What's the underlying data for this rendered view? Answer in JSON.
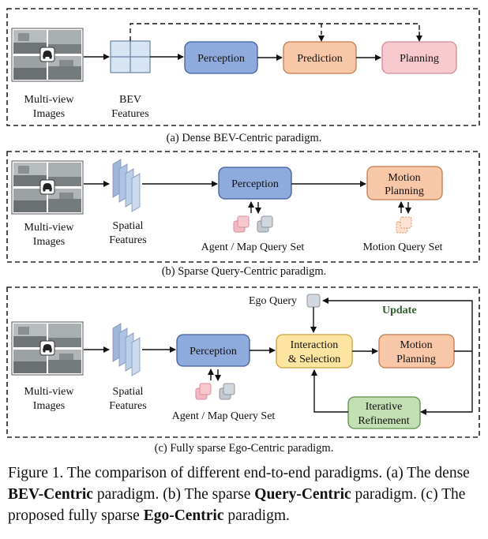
{
  "colors": {
    "perception": "#8faadc",
    "prediction": "#f8c7a8",
    "planning": "#f8c8cf",
    "motion_planning": "#f8c7a8",
    "interaction": "#fde4a1",
    "refinement": "#c3dfb4",
    "update_text": "#2e5d2b"
  },
  "panel_a": {
    "input_label_1": "Multi-view",
    "input_label_2": "Images",
    "bev_label_1": "BEV",
    "bev_label_2": "Features",
    "perception": "Perception",
    "prediction": "Prediction",
    "planning": "Planning",
    "caption": "(a) Dense BEV-Centric paradigm."
  },
  "panel_b": {
    "input_label_1": "Multi-view",
    "input_label_2": "Images",
    "spatial_label_1": "Spatial",
    "spatial_label_2": "Features",
    "perception": "Perception",
    "motion_planning_1": "Motion",
    "motion_planning_2": "Planning",
    "agent_query_set": "Agent / Map Query Set",
    "motion_query_set": "Motion Query Set",
    "caption": "(b) Sparse Query-Centric paradigm."
  },
  "panel_c": {
    "input_label_1": "Multi-view",
    "input_label_2": "Images",
    "spatial_label_1": "Spatial",
    "spatial_label_2": "Features",
    "ego_query": "Ego Query",
    "update": "Update",
    "perception": "Perception",
    "interaction_1": "Interaction",
    "interaction_2": "& Selection",
    "motion_planning_1": "Motion",
    "motion_planning_2": "Planning",
    "refinement_1": "Iterative",
    "refinement_2": "Refinement",
    "agent_query_set": "Agent / Map Query Set",
    "caption": "(c) Fully sparse Ego-Centric paradigm."
  },
  "figure_caption": {
    "t1": "Figure 1.  The comparison of different end-to-end paradigms.  (a) The dense ",
    "b1": "BEV-Centric",
    "t2": " paradigm.  (b) The sparse ",
    "b2": "Query-Centric",
    "t3": " paradigm.  (c) The proposed fully sparse ",
    "b3": "Ego-Centric",
    "t4": " paradigm."
  }
}
